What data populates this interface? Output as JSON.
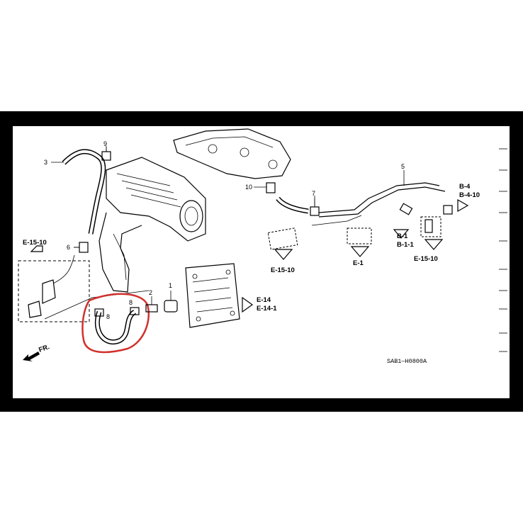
{
  "diagram": {
    "part_numbers": [
      "1",
      "2",
      "3",
      "5",
      "6",
      "7",
      "8",
      "8",
      "9",
      "10"
    ],
    "refs": {
      "e_15_10_left": "E-15-10",
      "e_15_10_mid": "E-15-10",
      "e_1": "E-1",
      "e_14": "E-14",
      "e_14_1": "E-14-1",
      "b_1": "B-1",
      "b_1_1": "B-1-1",
      "b_4": "B-4",
      "b_4_10": "B-4-10",
      "e_15_10_right": "E-15-10"
    },
    "fr_label": "FR.",
    "drawing_code": "SAB1—H0800A",
    "highlight_color": "#d0312d"
  }
}
